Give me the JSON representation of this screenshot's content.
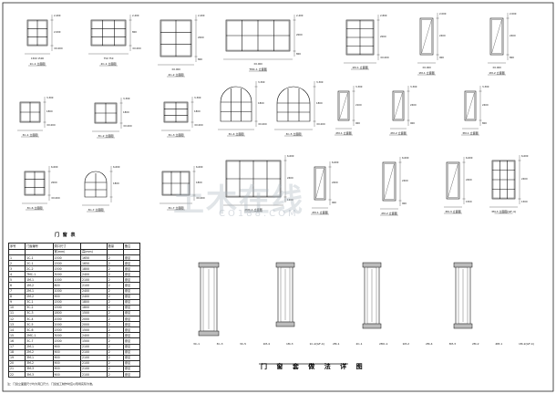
{
  "elevations": [
    {
      "label": "1C-1 立面图",
      "dims": [
        "2,400",
        "2,000",
        "±0.000",
        "1500 1500"
      ]
    },
    {
      "label": "2C-1 立面图",
      "dims": [
        "2,400",
        "800",
        "±0.000",
        "750 750"
      ]
    },
    {
      "label": "2C-2 立面图",
      "dims": [
        "2,400",
        "2000",
        "800",
        "±0.000"
      ]
    },
    {
      "label": "TMC-1 立面图",
      "dims": [
        "2,400",
        "2000",
        "800",
        "±0.000"
      ]
    },
    {
      "label": "1M-1 立面图",
      "dims": [
        "2,800",
        "2000",
        "±0.000"
      ]
    },
    {
      "label": "1M-1 立面图",
      "dims": [
        "2,000",
        "2400",
        "900",
        "±0.000"
      ]
    },
    {
      "label": "1M-2 立面图",
      "dims": [
        "2,000",
        "2400",
        "800",
        "±0.000"
      ]
    },
    {
      "label": "3C-1 立面图",
      "dims": [
        "3,300",
        "1800",
        "±0.000"
      ]
    },
    {
      "label": "3C-2 立面图",
      "dims": [
        "3,300",
        "1800",
        "±0.000"
      ]
    },
    {
      "label": "3C-3 立面图",
      "dims": [
        "3,300",
        "1800",
        "±0.000"
      ]
    },
    {
      "label": "3C-4 立面图",
      "dims": [
        "3,300",
        "1800",
        "±0.000"
      ]
    },
    {
      "label": "3C-5 立面图",
      "dims": [
        "3,300",
        "1800",
        "±0.000"
      ]
    },
    {
      "label": "2M-1 立面图",
      "dims": [
        "3,300",
        "2100",
        "900"
      ]
    },
    {
      "label": "2M-2 立面图",
      "dims": [
        "3,300",
        "2400",
        "900"
      ]
    },
    {
      "label": "3M-1 立面图",
      "dims": [
        "3,300",
        "2400",
        "800"
      ]
    },
    {
      "label": "3C-6 立面图",
      "dims": [
        "6,600",
        "2000",
        "±0.000"
      ]
    },
    {
      "label": "3C-7 立面图",
      "dims": [
        "6,600",
        "1800"
      ]
    },
    {
      "label": "3C-7 立面图",
      "dims": [
        "6,600",
        "1800",
        "±0.000"
      ]
    },
    {
      "label": "2MC-1 立面图",
      "dims": [
        "6,600",
        "2400",
        "1200"
      ]
    },
    {
      "label": "2M-1 立面图",
      "dims": [
        "6,600",
        "2400",
        "900"
      ]
    },
    {
      "label": "2M-2 立面图",
      "dims": [
        "6,600",
        "2400",
        "900"
      ]
    },
    {
      "label": "3M-3 立面图",
      "dims": [
        "6,600",
        "2400",
        "1500"
      ]
    },
    {
      "label": "3M-3 立面图(GF-4)",
      "dims": [
        "6,600",
        "2400",
        "1500"
      ]
    }
  ],
  "table": {
    "title": "门 窗 表",
    "headers": [
      "序号",
      "门窗编号",
      "洞口尺寸",
      "",
      "数量",
      "备注"
    ],
    "subheaders": [
      "",
      "",
      "宽(mm)",
      "高(mm)",
      "",
      ""
    ],
    "rows": [
      [
        "1",
        "1C-1",
        "1500",
        "1650",
        "2",
        "参见"
      ],
      [
        "2",
        "2C-1",
        "1500",
        "1650",
        "2",
        "参见"
      ],
      [
        "3",
        "2C-2",
        "1500",
        "1800",
        "2",
        "参见"
      ],
      [
        "4",
        "TMC-1",
        "3000",
        "2400",
        "2",
        "参见"
      ],
      [
        "5",
        "1M-1",
        "1000",
        "2100",
        "2",
        "参见"
      ],
      [
        "6",
        "1M-2",
        "800",
        "2100",
        "2",
        "参见"
      ],
      [
        "7",
        "2M-1",
        "1000",
        "2400",
        "2",
        "参见"
      ],
      [
        "8",
        "2M-2",
        "900",
        "2400",
        "2",
        "参见"
      ],
      [
        "9",
        "3C-1",
        "1500",
        "1800",
        "2",
        "参见"
      ],
      [
        "10",
        "3C-2",
        "1500",
        "1800",
        "2",
        "参见"
      ],
      [
        "11",
        "3C-3",
        "1800",
        "1500",
        "2",
        "参见"
      ],
      [
        "12",
        "3C-4",
        "2000",
        "2000",
        "2",
        "参见"
      ],
      [
        "13",
        "3C-5",
        "2000",
        "2000",
        "2",
        "参见"
      ],
      [
        "14",
        "3C-6",
        "1500",
        "1500",
        "2",
        "参见"
      ],
      [
        "15",
        "2MC-1",
        "3000",
        "2400",
        "2",
        "参见"
      ],
      [
        "16",
        "3C-7",
        "1500",
        "1500",
        "2",
        "参见"
      ],
      [
        "17",
        "2M-1",
        "900",
        "2100",
        "2",
        "参见"
      ],
      [
        "18",
        "2M-2",
        "900",
        "2100",
        "2",
        "参见"
      ],
      [
        "19",
        "3M-1",
        "900",
        "2100",
        "2",
        "参见"
      ],
      [
        "20",
        "3M-2",
        "900",
        "2100",
        "2",
        "参见"
      ],
      [
        "21",
        "3M-3",
        "900",
        "2100",
        "2",
        "参见"
      ],
      [
        "22",
        "3M-3",
        "900",
        "2100",
        "2",
        "参见"
      ]
    ]
  },
  "detail_title": "门 窗 套 做 法 详 图",
  "detail_labels": [
    "3C-1",
    "3C-3",
    "3C-5",
    "1M-4",
    "1M-3",
    "1C-2(GF-4)",
    "2M-1",
    "2C-1",
    "2MC-1",
    "1M-2",
    "2M-4",
    "3M-3",
    "2M-2",
    "ZM-1",
    "1M-2(GF-4)"
  ],
  "note": "注：门窗立面图尺寸均为洞口尺寸，门窗加工制作时应以现场实际为准。",
  "watermark": {
    "text": "土木在线",
    "sub": "CO188.COM"
  }
}
